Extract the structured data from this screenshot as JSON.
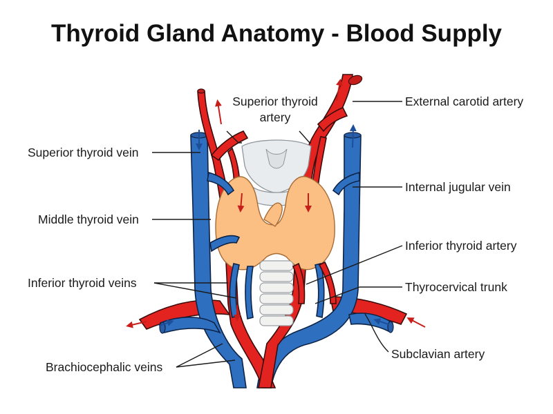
{
  "title": "Thyroid Gland Anatomy - Blood Supply",
  "labels": {
    "superior_thyroid_artery_1": "Superior thyroid",
    "superior_thyroid_artery_2": "artery",
    "external_carotid_artery": "External carotid artery",
    "superior_thyroid_vein": "Superior thyroid vein",
    "internal_jugular_vein": "Internal jugular vein",
    "middle_thyroid_vein": "Middle thyroid vein",
    "inferior_thyroid_artery": "Inferior thyroid artery",
    "inferior_thyroid_veins": "Inferior thyroid veins",
    "thyrocervical_trunk": "Thyrocervical trunk",
    "subclavian_artery": "Subclavian artery",
    "brachiocephalic_veins": "Brachiocephalic veins"
  },
  "colors": {
    "artery": "#e2231f",
    "vein": "#2f6fc0",
    "thyroid": "#fbbf83",
    "cartilage": "#e9ecee"
  }
}
